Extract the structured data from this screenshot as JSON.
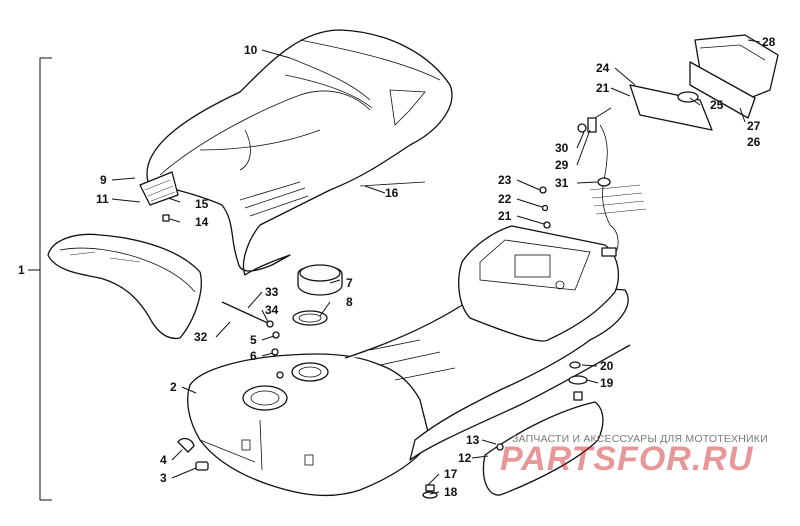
{
  "callouts": {
    "c1": "1",
    "c2": "2",
    "c3": "3",
    "c4": "4",
    "c5": "5",
    "c6": "6",
    "c7": "7",
    "c8": "8",
    "c9": "9",
    "c10": "10",
    "c11": "11",
    "c12": "12",
    "c13": "13",
    "c14": "14",
    "c15": "15",
    "c16": "16",
    "c17": "17",
    "c18": "18",
    "c19": "19",
    "c20": "20",
    "c21a": "21",
    "c21b": "21",
    "c22": "22",
    "c23": "23",
    "c24": "24",
    "c25": "25",
    "c26": "26",
    "c27": "27",
    "c28": "28",
    "c29": "29",
    "c30": "30",
    "c31": "31",
    "c32": "32",
    "c33": "33",
    "c34": "34"
  },
  "watermark": {
    "tagline": "ЗАПЧАСТИ И АКСЕССУАРЫ ДЛЯ МОТОТЕХНИКИ",
    "logo": "PARTSFOR.RU",
    "logo_color": "#c91818"
  }
}
